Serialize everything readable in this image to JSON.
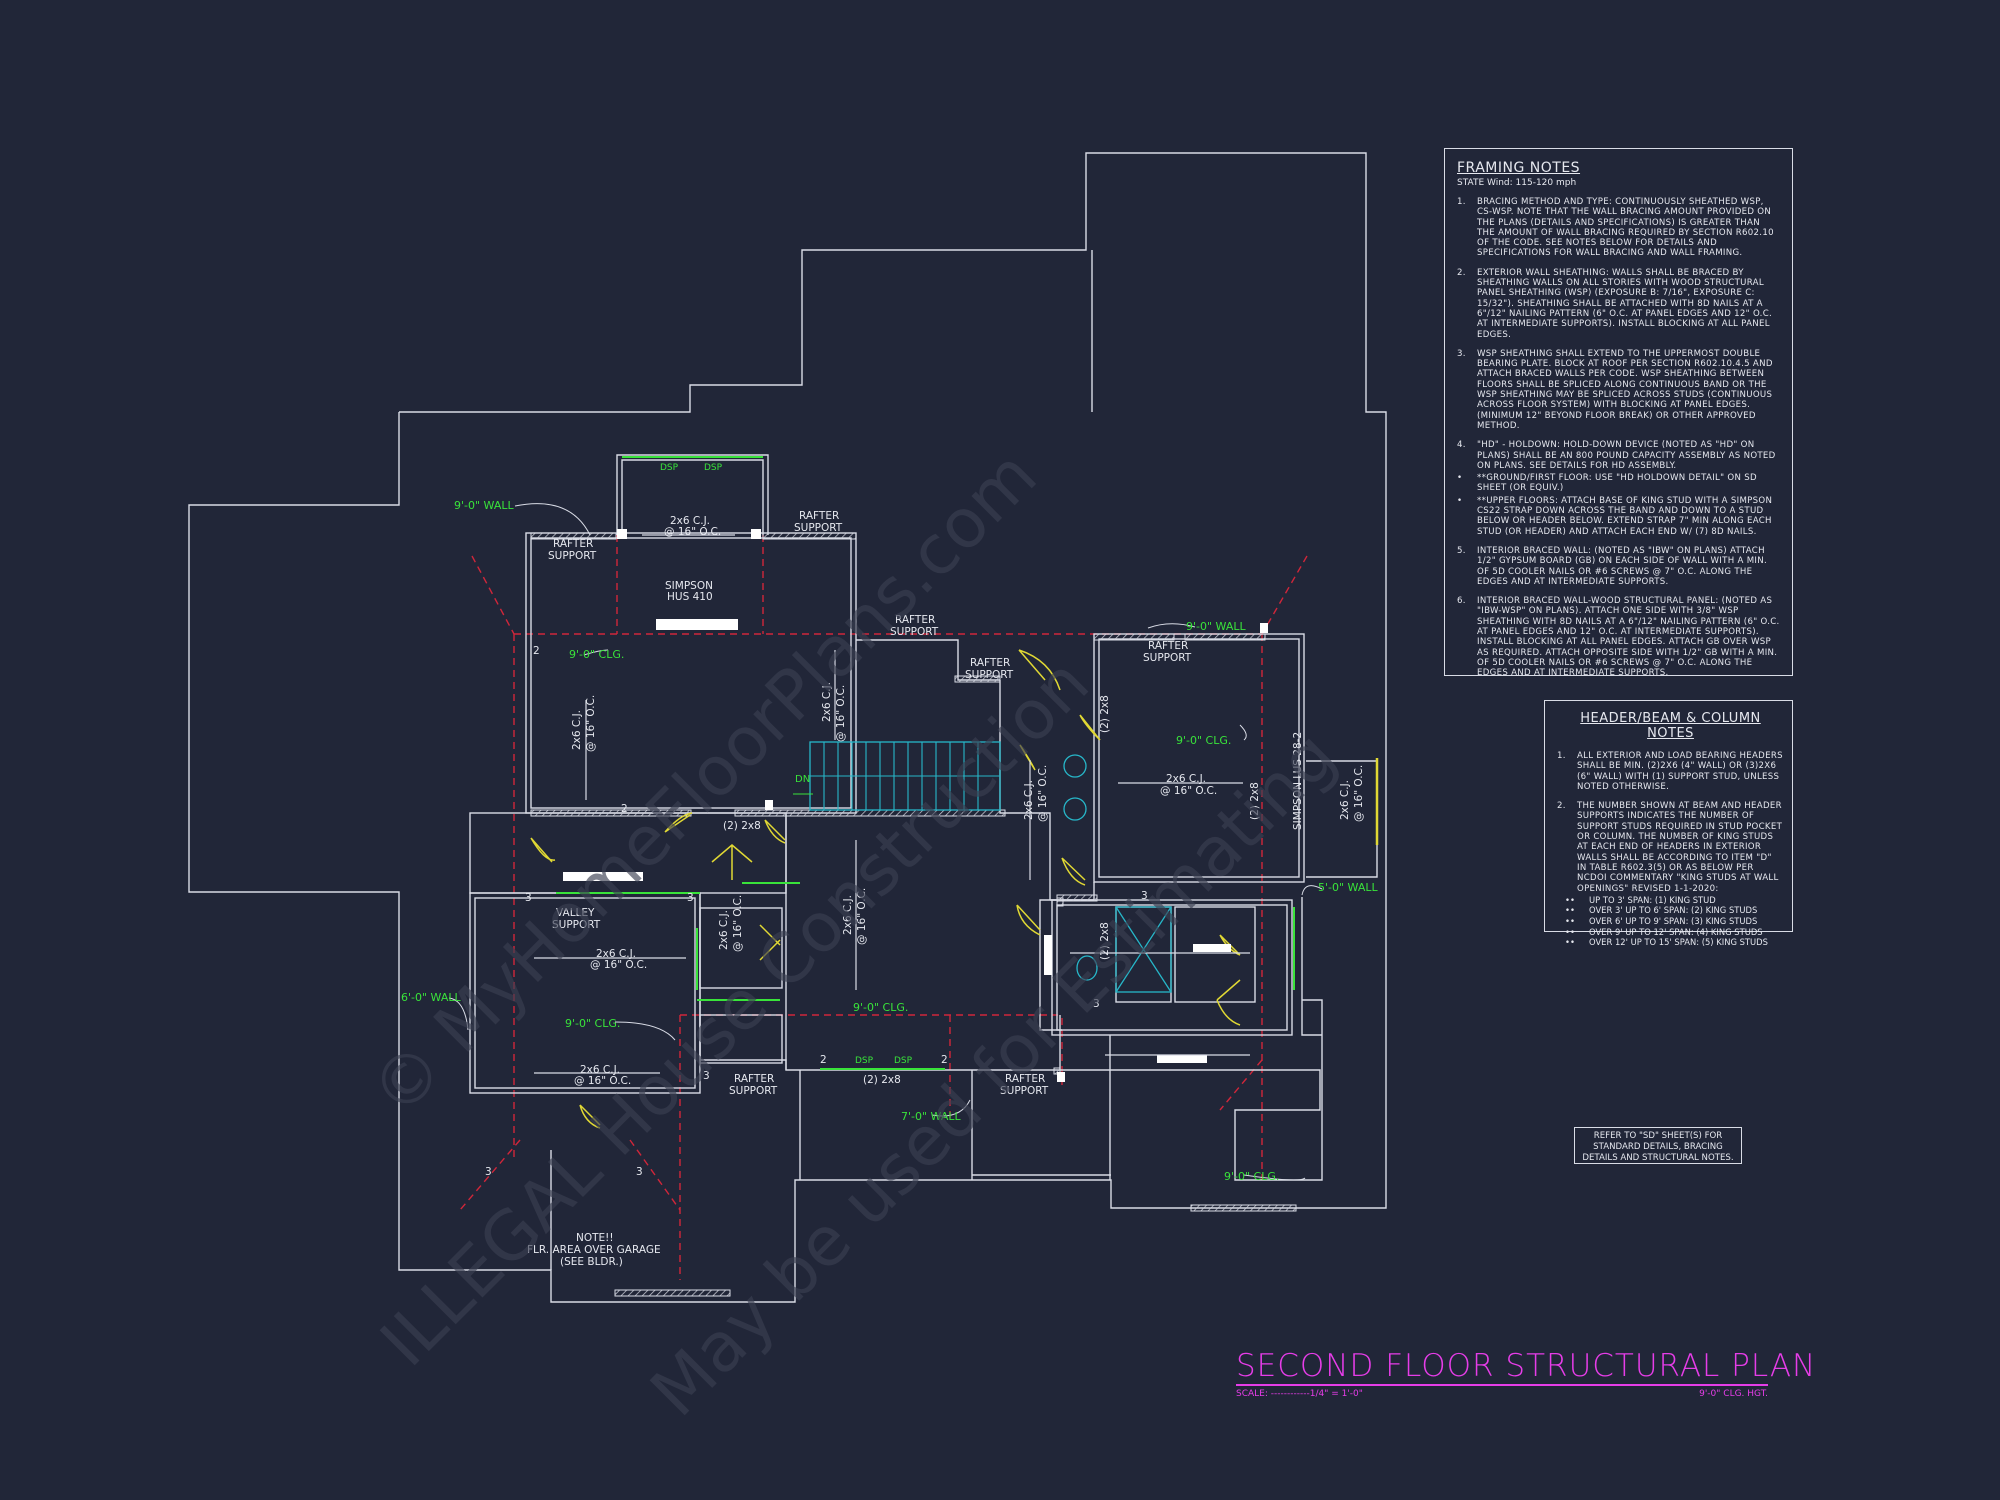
{
  "framing_notes": {
    "title": "FRAMING NOTES",
    "subtitle": "STATE Wind: 115-120 mph",
    "items": [
      {
        "num": "1.",
        "text": "Bracing method and type: continuously sheathed WSP, CS-WSP. Note that the wall bracing amount provided on the plans (details and specifications) is greater than the amount of wall bracing required by section R602.10 of the code. See notes below for details and specifications for wall bracing and wall framing."
      },
      {
        "num": "2.",
        "text": "Exterior wall sheathing: walls shall be braced by sheathing walls on all stories with wood structural panel sheathing (WSP) (Exposure B: 7/16\", Exposure C: 15/32\"). Sheathing shall be attached with 8d nails at a 6\"/12\" nailing pattern (6\" o.c. at panel edges and 12\" o.c. at intermediate supports). Install blocking at all panel edges."
      },
      {
        "num": "3.",
        "text": "WSP sheathing shall extend to the uppermost double bearing plate. Block at roof per section R602.10.4.5 and attach braced walls per code. WSP sheathing between floors shall be spliced along continuous band or the WSP sheathing may be spliced across studs (continuous across floor system) with blocking at panel edges. (Minimum 12\" beyond floor break) or other approved method."
      },
      {
        "num": "4.",
        "text": "\"HD\" - Holdown: hold-down device (noted as \"HD\" on plans) shall be an 800 pound capacity assembly as noted on plans. See details for HD assembly."
      },
      {
        "num": "•",
        "text": "**Ground/First Floor: Use \"HD Holdown Detail\" on SD sheet (or equiv.)"
      },
      {
        "num": "•",
        "text": "**Upper Floors: Attach base of king stud with a Simpson CS22 strap down across the band and down to a stud below or header below. Extend strap 7\" min along each stud (or header) and attach each end w/ (7) 8d nails."
      },
      {
        "num": "5.",
        "text": "Interior braced wall: (noted as \"IBW\" on plans) attach 1/2\" gypsum board (GB) on each side of wall with a min. of 5d cooler nails or #6 screws @ 7\" o.c. along the edges and at intermediate supports."
      },
      {
        "num": "6.",
        "text": "Interior braced wall-wood structural panel: (noted as \"IBW-WSP\" on plans). Attach one side with 3/8\" WSP sheathing with 8d nails at a 6\"/12\" nailing pattern (6\" o.c. at panel edges and 12\" o.c. at intermediate supports). Install blocking at all panel edges. Attach GB over WSP as required. Attach opposite side with 1/2\" GB with a min. of 5d cooler nails or #6 screws @ 7\" o.c. along the edges and at intermediate supports."
      }
    ]
  },
  "header_notes": {
    "title": "HEADER/BEAM & COLUMN NOTES",
    "items": [
      {
        "num": "1.",
        "text": "All exterior and load bearing headers shall be min. (2)2x6 (4\" wall) or (3)2x6 (6\" wall) with (1) support stud, unless noted otherwise."
      },
      {
        "num": "2.",
        "text": "The number shown at beam and header supports indicates the number of support studs required in stud pocket or column. The number of king studs at each end of headers in exterior walls shall be according to item \"d\" in table R602.3(5) or as below per NCDOI commentary \"King studs at wall openings\" revised 1-1-2020:"
      }
    ],
    "span_rules": [
      "Up to 3' span: (1) king stud",
      "Over 3' up to 6' span: (2) king studs",
      "Over 6' up to 9' span: (3) king studs",
      "Over 9' up to 12' span: (4) king studs",
      "Over 12' up to 15' span: (5) king studs"
    ]
  },
  "refer_note": [
    "Refer to \"SD\" sheet(s) for",
    "standard details, bracing",
    "details and structural notes."
  ],
  "title_block": {
    "title": "SECOND FLOOR STRUCTURAL PLAN",
    "scale": "SCALE: ------------1/4\" = 1'-0\"",
    "ceiling": "9'-0\" CLG. HGT."
  },
  "plan_labels": {
    "wall_9_left": "9'-0\" WALL",
    "wall_9_right": "9'-0\" WALL",
    "wall_6_left": "6'-0\" WALL",
    "wall_5_right": "5'-0\" WALL",
    "wall_7": "7'-0\" WALL",
    "clg_1": "9'-0\" CLG.",
    "clg_2": "9'-0\" CLG.",
    "clg_3": "9'-0\" CLG.",
    "clg_4": "9'-0\" CLG.",
    "clg_5": "9'-0\" CLG.",
    "rafter_support": "RAFTER",
    "support_word": "SUPPORT",
    "valley": "VALLEY",
    "cj_2x6": "2x6 C.J.",
    "oc_16": "@ 16\" O.C.",
    "simpson": "SIMPSON",
    "hus": "HUS 410",
    "lus": "SIMPSON LUS 28-2",
    "two_2x8": "(2) 2x8",
    "dsp": "DSP",
    "dn": "DN",
    "num_2": "2",
    "num_3": "3",
    "note_1": "NOTE!!",
    "note_2": "FLR. AREA OVER GARAGE",
    "note_3": "(SEE BLDR.)"
  },
  "watermark": {
    "line1": "© MyHomeFloorPlans.com",
    "line2": "ILLEGAL House Construction",
    "line3": "May be used for Estimating"
  },
  "colors": {
    "background": "#212638",
    "linework": "#d9dce6",
    "label_green": "#39e33a",
    "beam_red": "#d0263a",
    "title_magenta": "#e63de8",
    "door_yellow": "#e0d834",
    "fixture_cyan": "#27b7c9"
  }
}
